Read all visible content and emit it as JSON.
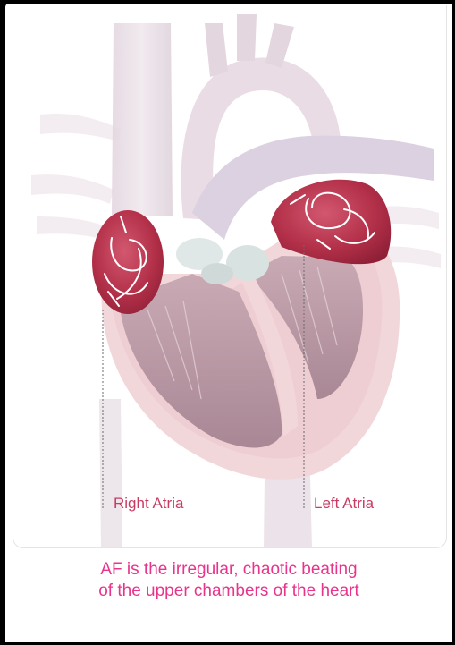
{
  "diagram": {
    "labels": {
      "right_atria": "Right Atria",
      "left_atria": "Left Atria"
    },
    "caption": {
      "line1": "AF is the irregular, chaotic beating",
      "line2": "of the upper chambers of the heart"
    }
  },
  "colors": {
    "background": "#000000",
    "card": "#ffffff",
    "label": "#c83c64",
    "caption": "#e8348c",
    "atrium": "#b8334f",
    "vessel": "#e7dde5",
    "myocardium": "#efd3d6"
  }
}
